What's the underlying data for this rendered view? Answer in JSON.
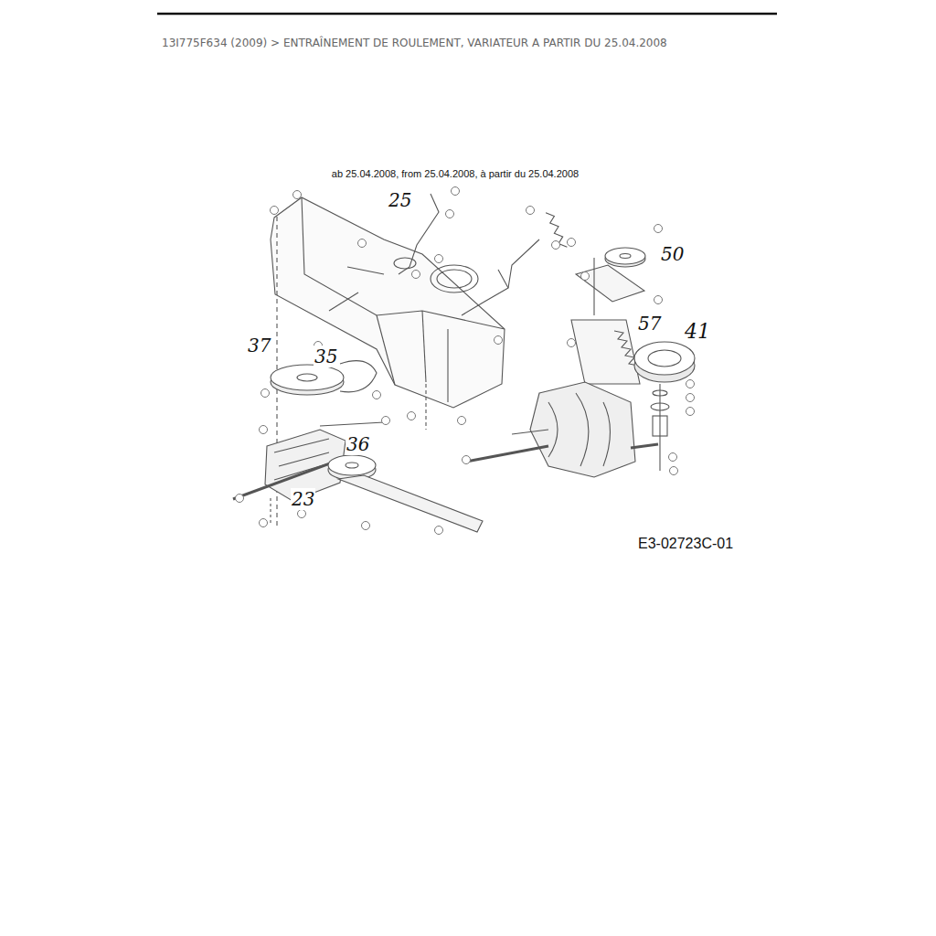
{
  "diagram": {
    "title": "13I775F634 (2009) > ENTRAÎNEMENT DE ROULEMENT, VARIATEUR A PARTIR DU 25.04.2008",
    "labels": [
      "ab 25.04.2008, from 25.04.2008, à partir du 25.04.2008",
      "25",
      "37",
      "35",
      "36",
      "23",
      "50",
      "57",
      "41",
      "E3-02723C-01"
    ]
  }
}
